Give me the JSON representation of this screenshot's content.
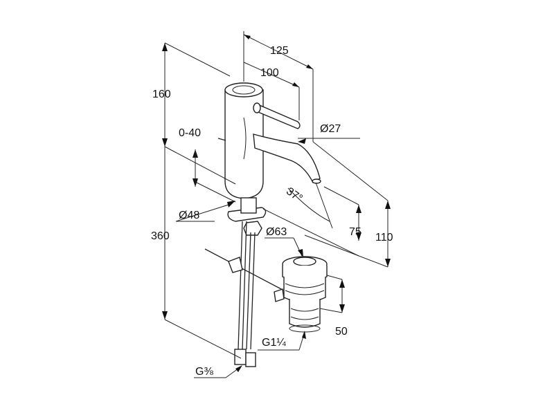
{
  "dimensions": {
    "d125": "125",
    "d100": "100",
    "d160": "160",
    "d0_40": "0-40",
    "d27": "Ø27",
    "d37": "37°",
    "d48": "Ø48",
    "d360": "360",
    "d63": "Ø63",
    "d75": "75",
    "d110": "110",
    "d50": "50",
    "g114": "G1¼",
    "g38": "G⅜"
  }
}
